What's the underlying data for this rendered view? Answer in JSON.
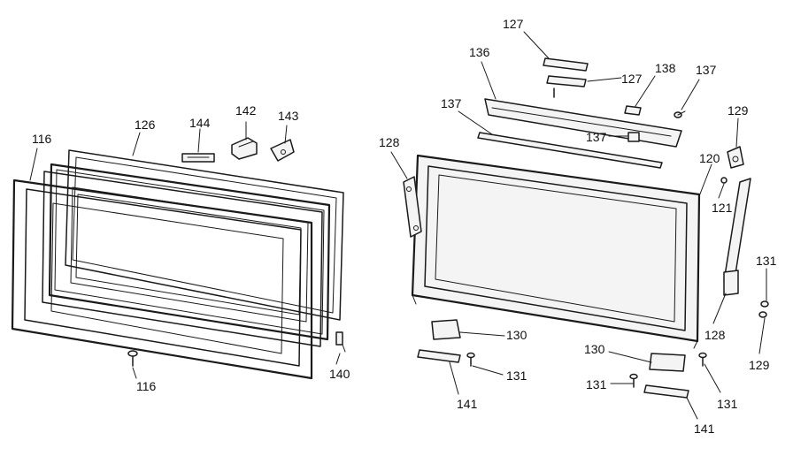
{
  "labels": {
    "l116_top": "116",
    "l116_bottom": "116",
    "l126": "126",
    "l144": "144",
    "l142": "142",
    "l143": "143",
    "l140": "140",
    "l127_top": "127",
    "l127_mid": "127",
    "l136": "136",
    "l138": "138",
    "l137_right": "137",
    "l137_left": "137",
    "l137_mid": "137",
    "l129_top": "129",
    "l129_bottom": "129",
    "l128_left": "128",
    "l128_right": "128",
    "l120": "120",
    "l121": "121",
    "l131_right": "131",
    "l131_center": "131",
    "l131_lower_left": "131",
    "l131_lower_right": "131",
    "l130_left": "130",
    "l130_right": "130",
    "l141_left": "141",
    "l141_right": "141"
  }
}
